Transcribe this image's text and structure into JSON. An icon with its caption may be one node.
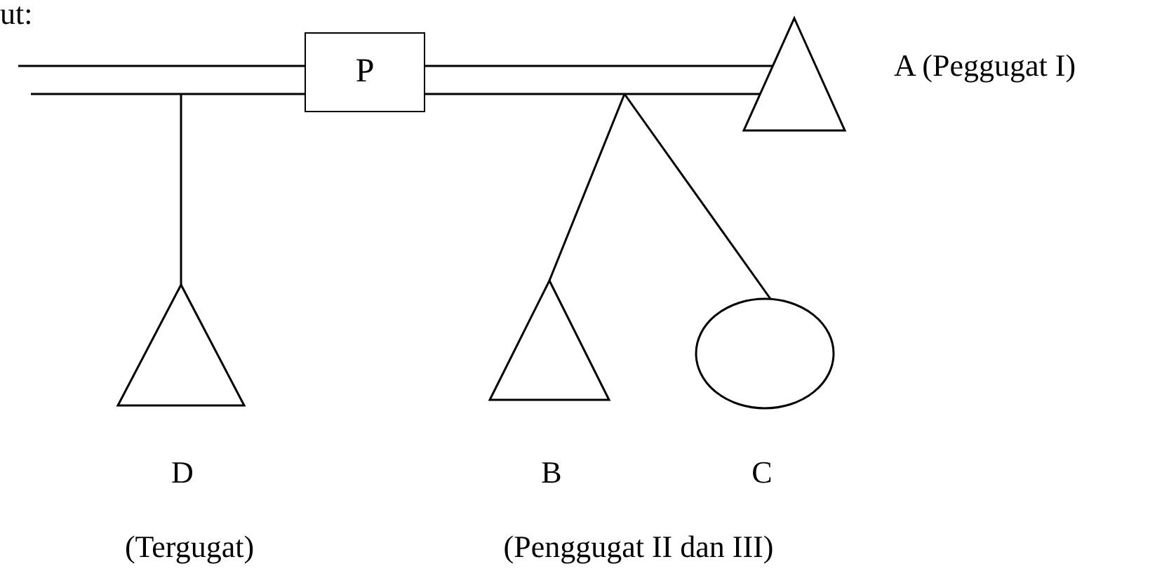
{
  "diagram": {
    "nodes": [
      {
        "text": [
          "P"
        ]
      },
      {
        "text": [],
        "shape": "triangle",
        "beside": [
          "A (Peggugat I)"
        ]
      },
      {
        "text": [],
        "shape": "triangle",
        "beside": [
          "D",
          "(Tergugat)"
        ]
      },
      {
        "text": [],
        "shape": "triangle",
        "beside": [
          "B"
        ]
      },
      {
        "text": [],
        "shape": "circle",
        "beside": [
          "C"
        ]
      }
    ],
    "edges": [
      {
        "from": null,
        "to": 0,
        "arrow": "none"
      },
      {
        "from": 0,
        "to": 1,
        "arrow": "none"
      },
      {
        "from": null,
        "to": 2,
        "arrow": "none"
      },
      {
        "from": null,
        "to": 3,
        "arrow": "none"
      },
      {
        "from": null,
        "to": 4,
        "arrow": "none"
      }
    ],
    "labels": [
      "ut:",
      "(Penggugat II dan III)"
    ]
  }
}
